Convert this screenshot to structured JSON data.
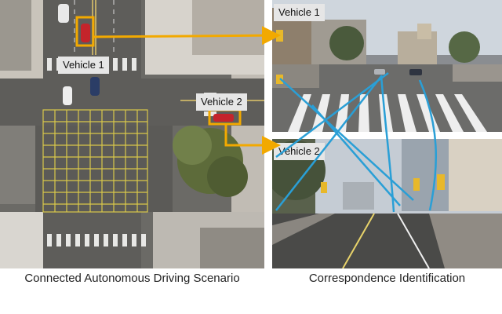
{
  "labels": {
    "vehicle1_aerial": "Vehicle 1",
    "vehicle2_aerial": "Vehicle 2",
    "vehicle1_view": "Vehicle 1",
    "vehicle2_view": "Vehicle 2"
  },
  "captions": {
    "left": "Connected Autonomous Driving Scenario",
    "right": "Correspondence Identification"
  },
  "colors": {
    "highlight": "#f2a900",
    "correspondence": "#2a9fd6"
  }
}
